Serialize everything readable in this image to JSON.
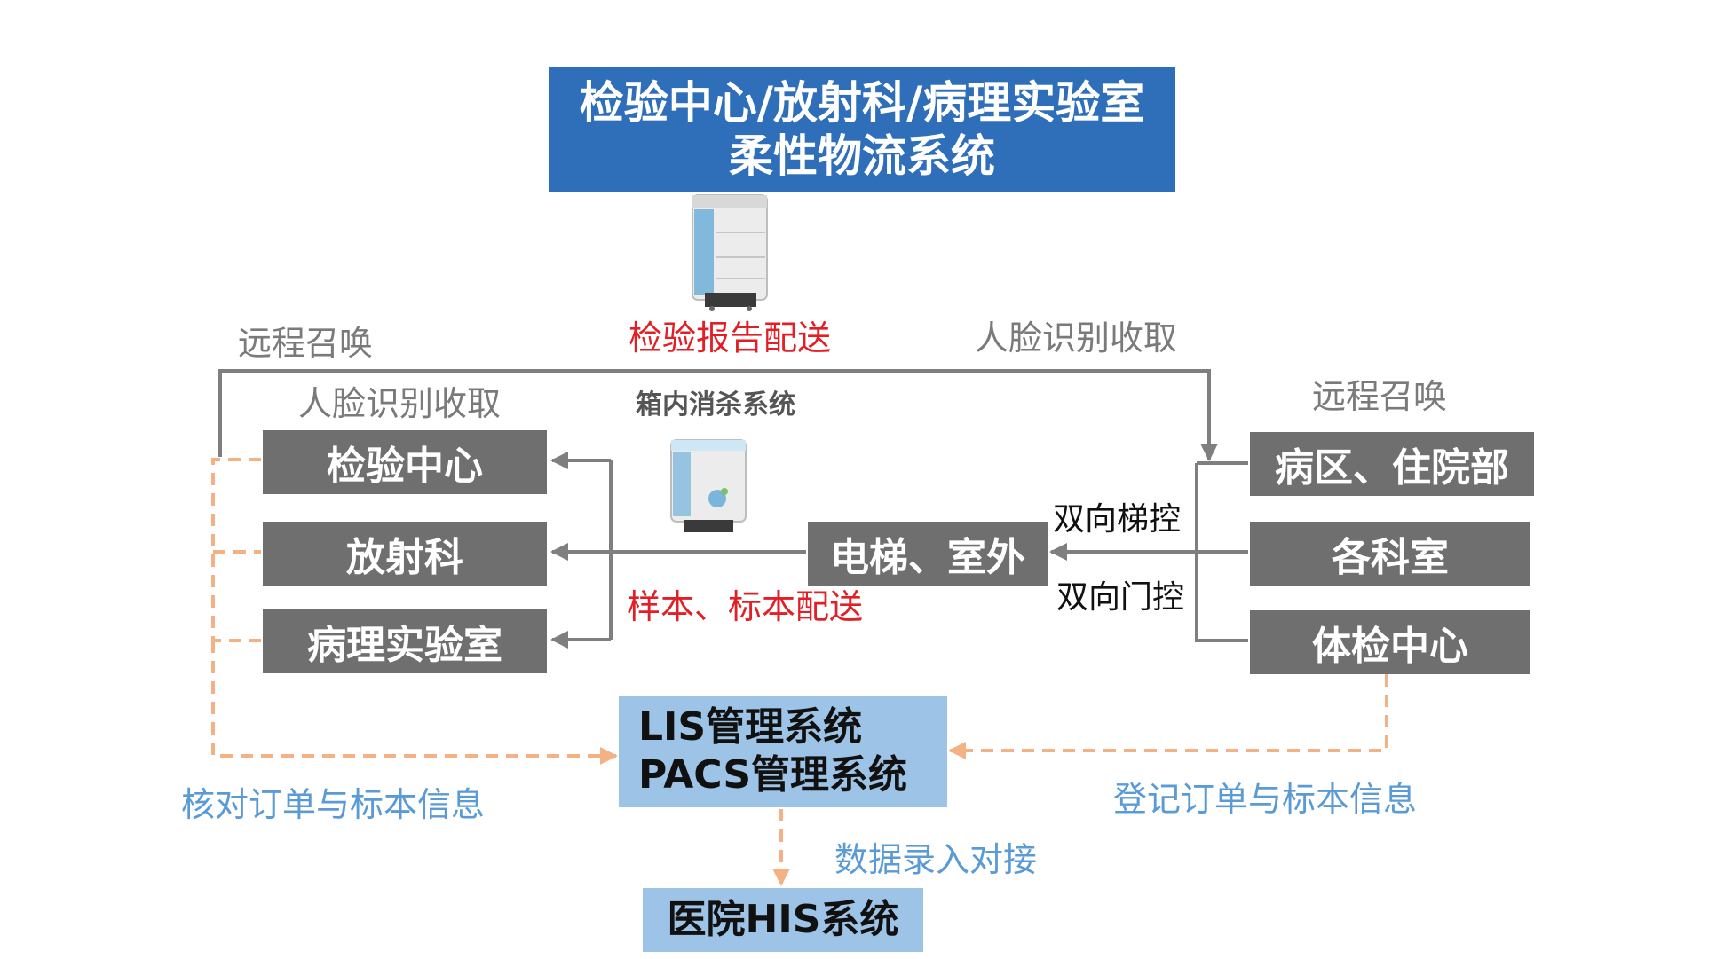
{
  "title": {
    "line1": "检验中心/放射科/病理实验室",
    "line2": "柔性物流系统"
  },
  "labels": {
    "report_delivery": "检验报告配送",
    "face_recognition_top": "人脸识别收取",
    "remote_call_left": "远程召唤",
    "face_recognition_left": "人脸识别收取",
    "disinfection": "箱内消杀系统",
    "remote_call_right": "远程召唤",
    "two_way_elevator": "双向梯控",
    "two_way_door": "双向门控",
    "sample_delivery": "样本、标本配送",
    "verify_orders": "核对订单与标本信息",
    "register_orders": "登记订单与标本信息",
    "data_entry": "数据录入对接"
  },
  "left_boxes": [
    "检验中心",
    "放射科",
    "病理实验室"
  ],
  "right_boxes": [
    "病区、住院部",
    "各科室",
    "体检中心"
  ],
  "middle_box": "电梯、室外",
  "management": {
    "line1": "LIS管理系统",
    "line2": "PACS管理系统"
  },
  "his_box": "医院HIS系统",
  "colors": {
    "title_bg": "#2f6fba",
    "gray_box": "#6f6f6f",
    "light_blue_box": "#9dc3e6",
    "red_text": "#e21f26",
    "blue_text": "#5b9bd5",
    "gray_text": "#7a7a7a",
    "dashed_orange": "#f4b183",
    "arrow_gray": "#7f7f7f"
  },
  "icons": [
    "delivery-robot-icon",
    "disinfection-robot-icon"
  ]
}
